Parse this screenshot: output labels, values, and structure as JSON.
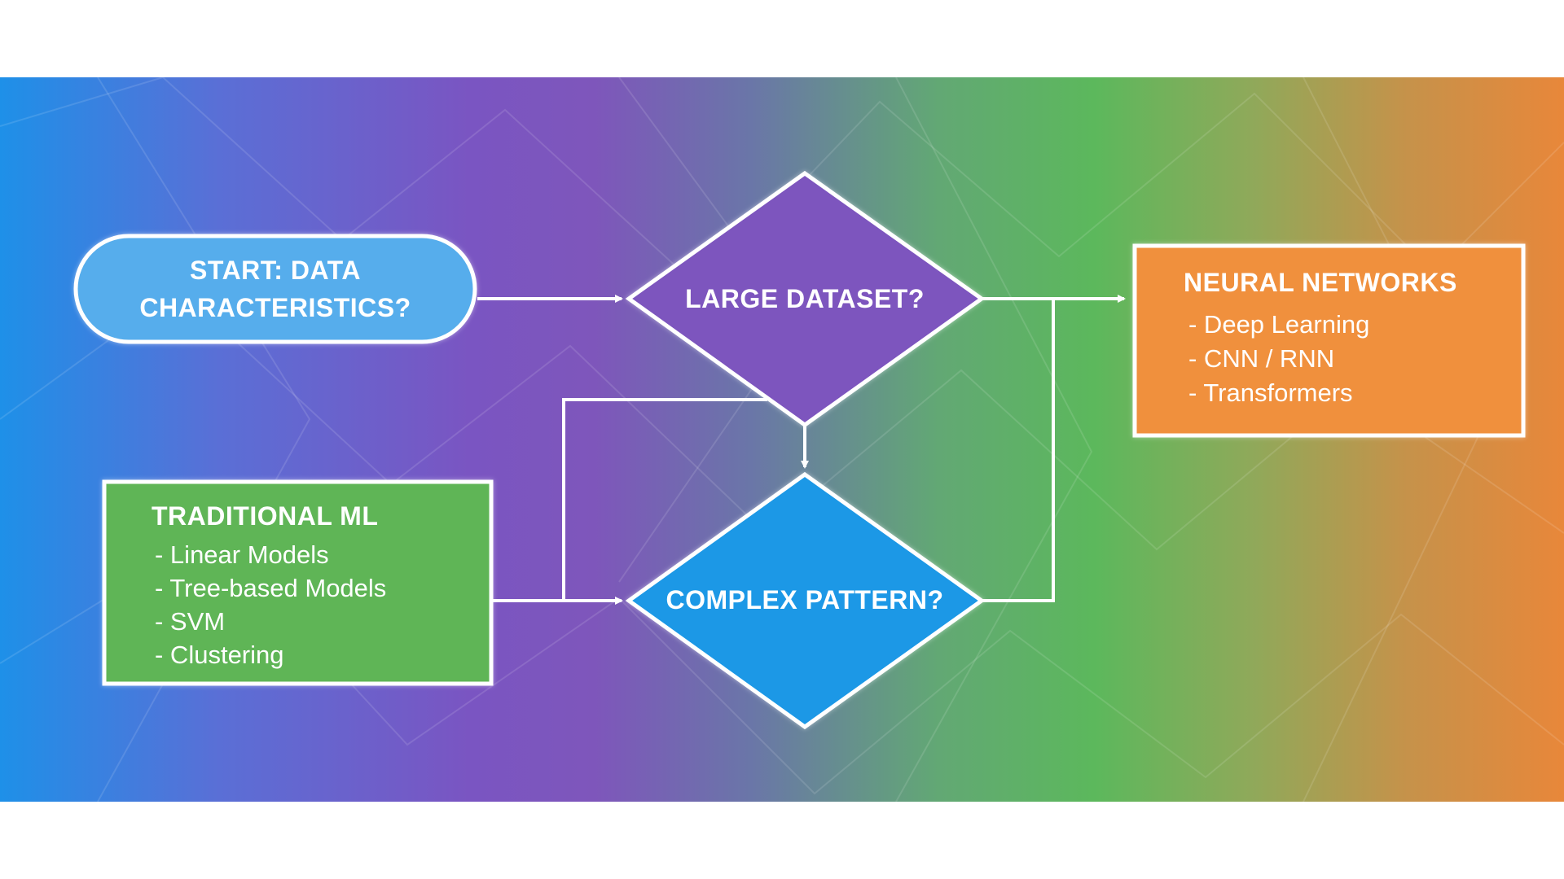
{
  "diagram": {
    "start": {
      "line1": "START: DATA",
      "line2": "CHARACTERISTICS?"
    },
    "decision_large": {
      "label": "LARGE DATASET?"
    },
    "decision_complex": {
      "label": "COMPLEX PATTERN?"
    },
    "neural": {
      "title": "NEURAL NETWORKS",
      "items": [
        "- Deep Learning",
        "- CNN / RNN",
        "- Transformers"
      ]
    },
    "traditional": {
      "title": "TRADITIONAL ML",
      "items": [
        "- Linear Models",
        "- Tree-based Models",
        "- SVM",
        "- Clustering"
      ]
    }
  },
  "colors": {
    "start_fill": "#56adec",
    "decision_large_fill": "#7d55be",
    "decision_complex_fill": "#1a98e6",
    "neural_fill": "#f0903c",
    "traditional_fill": "#5fb556",
    "connector": "#ffffff"
  }
}
